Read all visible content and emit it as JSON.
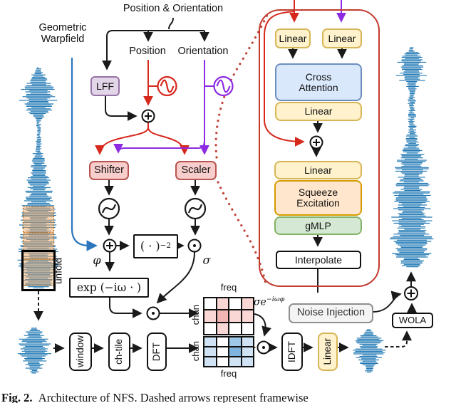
{
  "figure": {
    "inputs": {
      "position_orientation": "Position & Orientation",
      "geometric_warpfield": "Geometric\nWarpfield",
      "position": "Position",
      "orientation": "Orientation"
    },
    "blocks": {
      "lff": "LFF",
      "shifter": "Shifter",
      "scaler": "Scaler",
      "window": "window",
      "ch_tile": "ch-tile",
      "dft": "DFT",
      "idft": "IDFT",
      "linear": "Linear",
      "wola": "WOLA",
      "noise_injection": "Noise Injection"
    },
    "math": {
      "exp": "exp (−iω · )",
      "pow_base": "( · )",
      "pow_exp": "−2",
      "phi": "φ",
      "sigma": "σ",
      "sigma_e_base": "σe",
      "sigma_e_sup": "−iωφ"
    },
    "grid_labels": {
      "freq": "freq",
      "chan": "chan"
    },
    "unfold_label": "unfold",
    "detail_panel": {
      "linear_q": "Linear",
      "linear_kv": "Linear",
      "cross_attention": "Cross Attention",
      "linear_out": "Linear",
      "linear_mid": "Linear",
      "squeeze_excitation": "Squeeze Excitation",
      "gmlp": "gMLP",
      "interpolate": "Interpolate"
    },
    "caption": {
      "label": "Fig. 2.",
      "text": "Architecture of NFS. Dashed arrows represent framewise"
    }
  },
  "icons": {
    "sum_junction": "⊕",
    "product_junction": "⊙",
    "oscillator": "∿",
    "sine_activation": "∿"
  },
  "colors": {
    "wave_blue": "#1f77b4",
    "arrow_red": "#d7281d",
    "arrow_purple": "#8d2be2",
    "arrow_blue": "#2b76bd",
    "panel_border": "#c23b2e",
    "dotted_red": "#bf4338",
    "window_orange": "#f5a65e"
  },
  "grids": {
    "sigma_spectrum": {
      "rows": [
        [
          "#ffffff",
          "#f8d7d4",
          "#ffffff",
          "#f8d7d4"
        ],
        [
          "#f8d7d4",
          "#f1b6b3",
          "#f8d7d4",
          "#f8d7d4"
        ],
        [
          "#ffffff",
          "#f8d7d4",
          "#ffffff",
          "#ffffff"
        ]
      ]
    },
    "input_spectrum": {
      "rows": [
        [
          "#cfe3f5",
          "#ffffff",
          "#9ec9e8",
          "#cfe3f5"
        ],
        [
          "#cfe3f5",
          "#ffffff",
          "#7fb4de",
          "#cfe3f5"
        ],
        [
          "#cfe3f5",
          "#ffffff",
          "#cfe3f5",
          "#cfe3f5"
        ]
      ]
    }
  }
}
